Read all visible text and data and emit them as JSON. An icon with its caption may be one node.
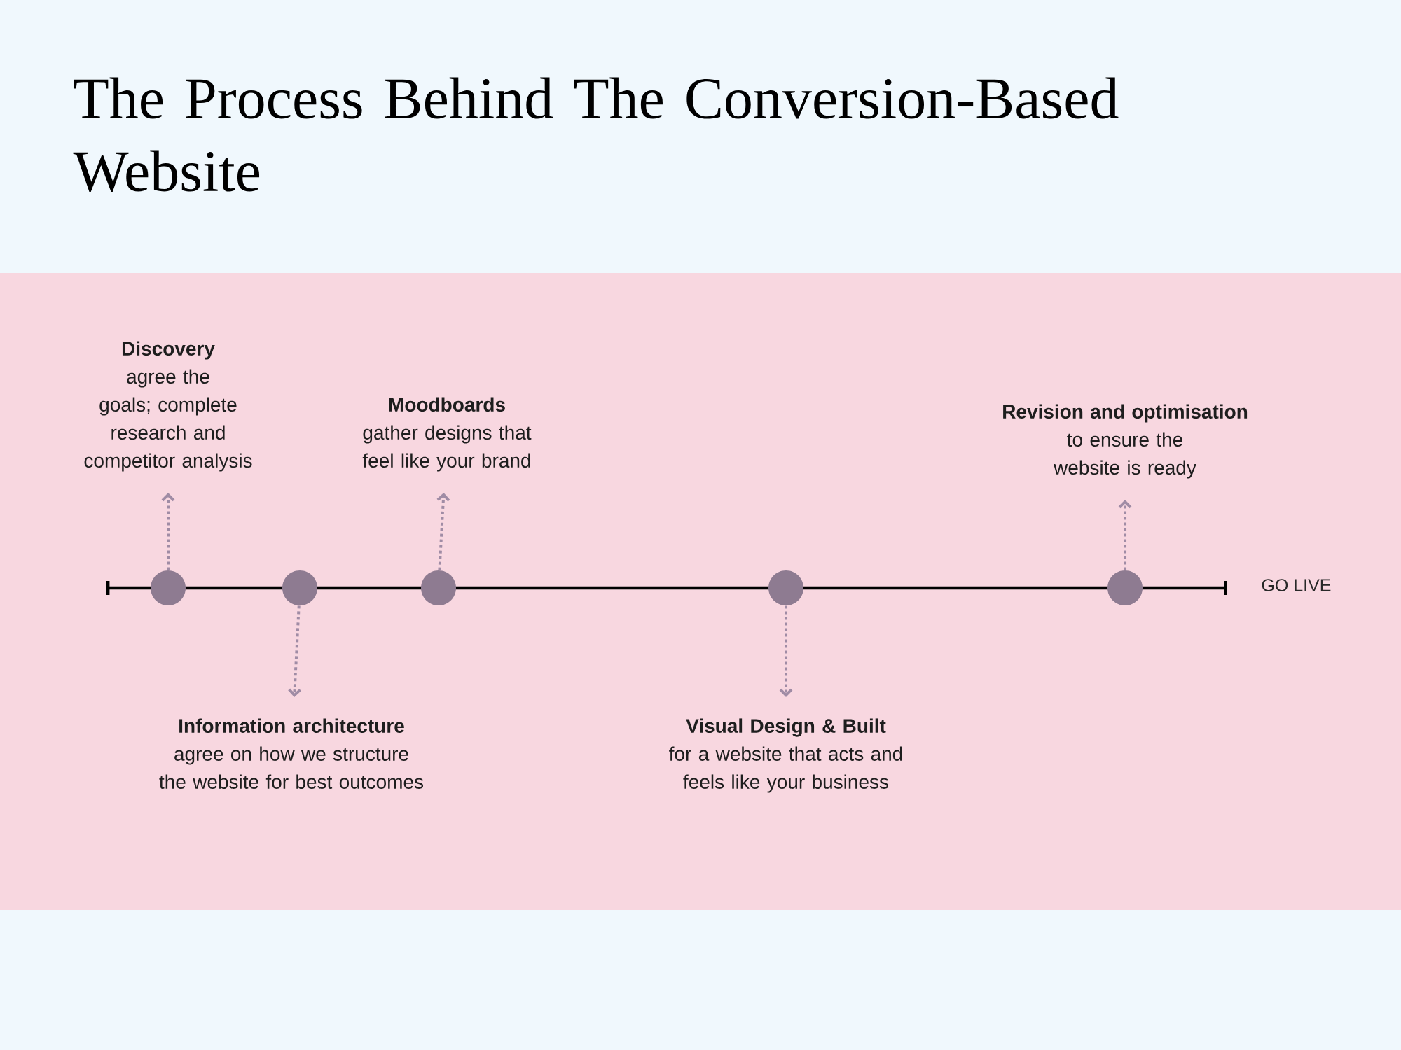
{
  "diagram": {
    "title": "The Process Behind The Conversion-Based Website",
    "nodes": [
      {
        "text": [
          "Discovery",
          "agree the goals; complete research and competitor analysis"
        ]
      },
      {
        "text": [
          "Information architecture",
          "agree on how we structure the website for best outcomes"
        ]
      },
      {
        "text": [
          "Moodboards",
          "gather designs that feel like your brand"
        ]
      },
      {
        "text": [
          "Visual Design & Built",
          "for a website that acts and feels like your business"
        ]
      },
      {
        "text": [
          "Revision and optimisation",
          "to ensure the website is ready"
        ]
      },
      {
        "text": [],
        "shape": "circle"
      },
      {
        "text": [],
        "shape": "circle"
      },
      {
        "text": [],
        "shape": "circle"
      },
      {
        "text": [],
        "shape": "circle"
      },
      {
        "text": [],
        "shape": "circle"
      }
    ],
    "edges": [
      {
        "from": 5,
        "to": 0,
        "arrow": "to",
        "style": "dashed"
      },
      {
        "from": 6,
        "to": 1,
        "arrow": "to",
        "style": "dashed"
      },
      {
        "from": 7,
        "to": 2,
        "arrow": "to",
        "style": "dashed"
      },
      {
        "from": 8,
        "to": 3,
        "arrow": "to",
        "style": "dashed"
      },
      {
        "from": 9,
        "to": 4,
        "arrow": "to",
        "style": "dashed"
      }
    ],
    "labels": [
      "GO LIVE"
    ]
  }
}
